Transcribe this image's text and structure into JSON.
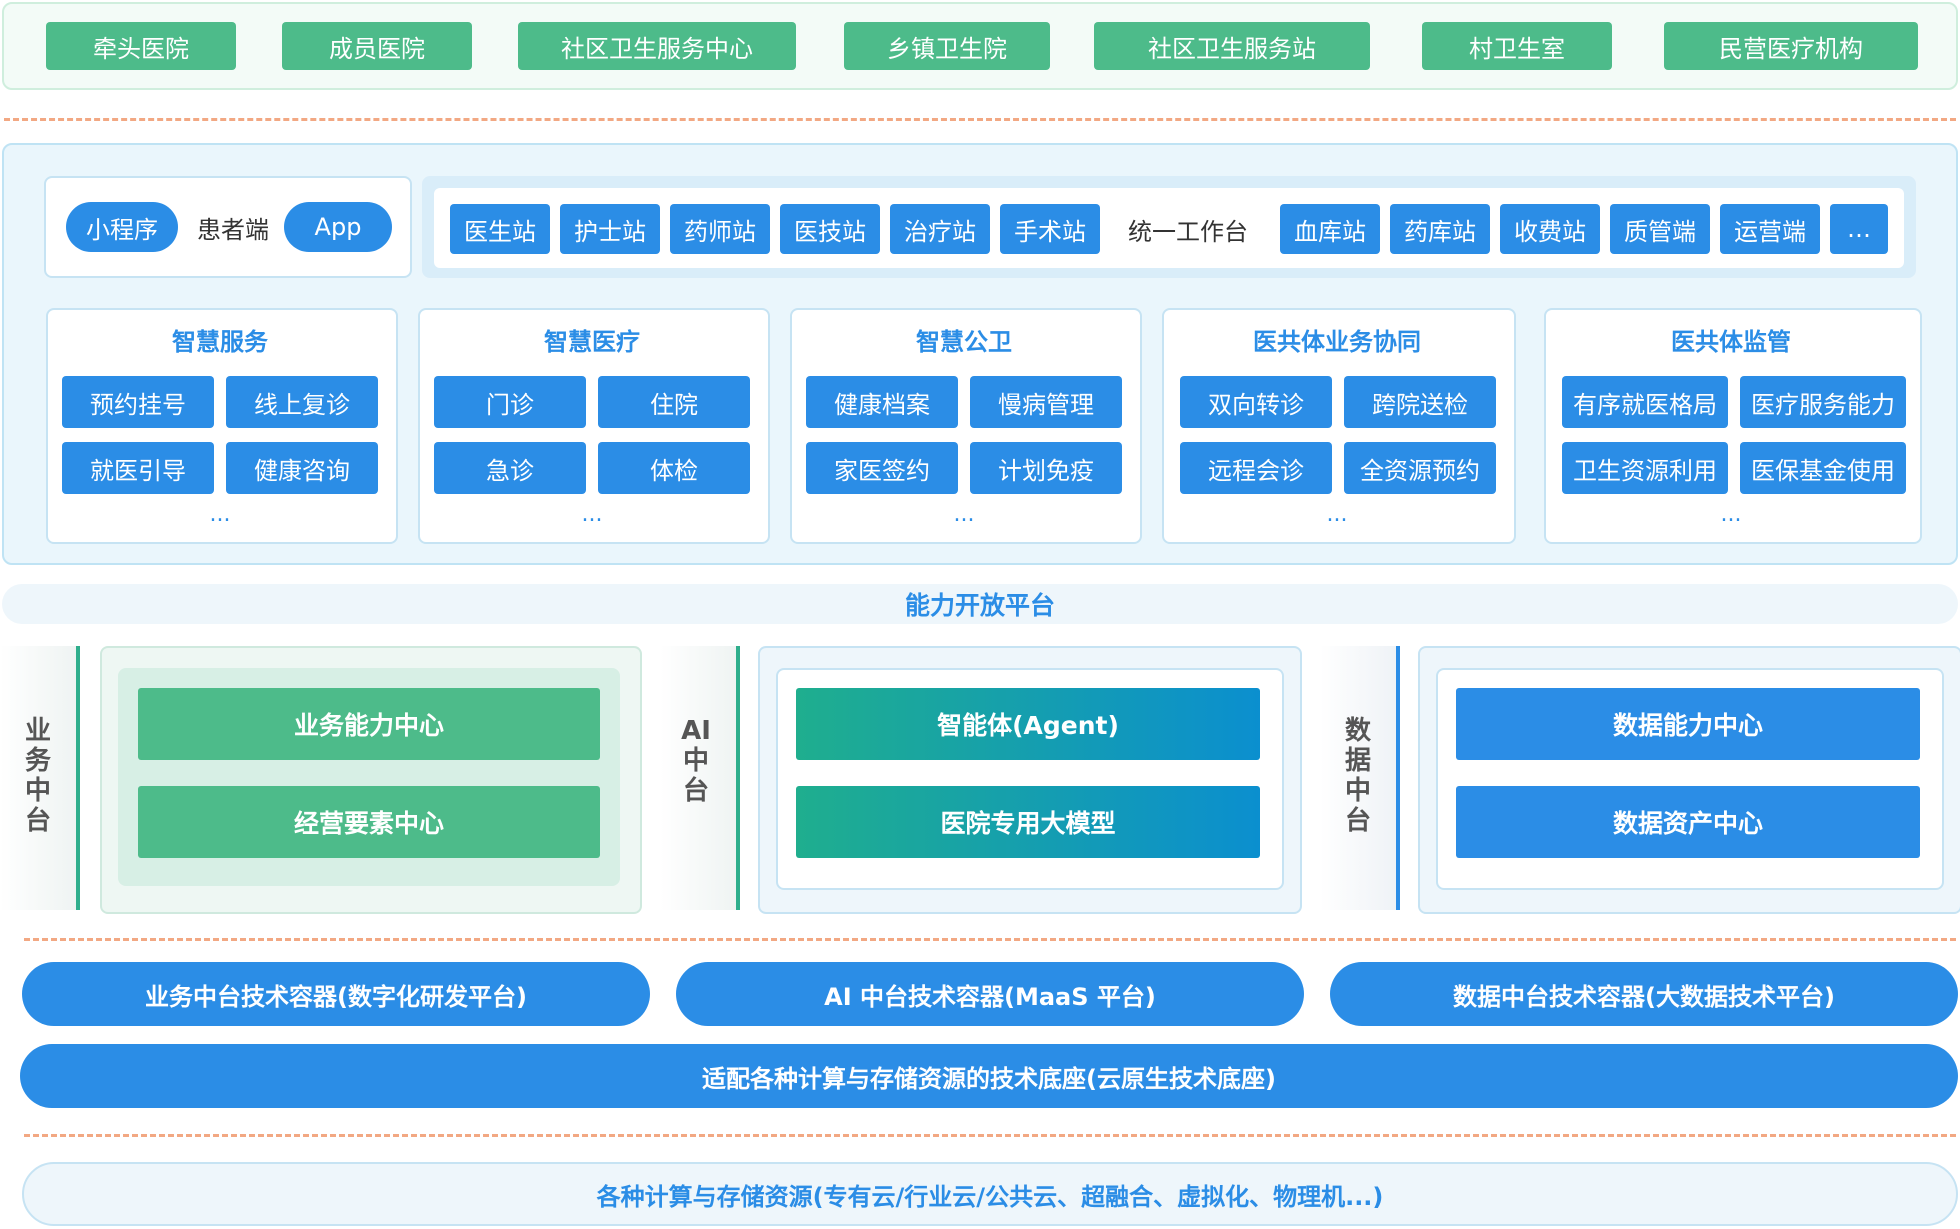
{
  "institutions": [
    "牵头医院",
    "成员医院",
    "社区卫生服务中心",
    "乡镇卫生院",
    "社区卫生服务站",
    "村卫生室",
    "民营医疗机构"
  ],
  "patient": {
    "mini_program": "小程序",
    "label": "患者端",
    "app": "App"
  },
  "workbench": {
    "label": "统一工作台",
    "left_items": [
      "医生站",
      "护士站",
      "药师站",
      "医技站",
      "治疗站",
      "手术站"
    ],
    "right_items": [
      "血库站",
      "药库站",
      "收费站",
      "质管端",
      "运营端",
      "…"
    ]
  },
  "modules": [
    {
      "title": "智慧服务",
      "items": [
        "预约挂号",
        "线上复诊",
        "就医引导",
        "健康咨询"
      ],
      "more": "..."
    },
    {
      "title": "智慧医疗",
      "items": [
        "门诊",
        "住院",
        "急诊",
        "体检"
      ],
      "more": "..."
    },
    {
      "title": "智慧公卫",
      "items": [
        "健康档案",
        "慢病管理",
        "家医签约",
        "计划免疫"
      ],
      "more": "..."
    },
    {
      "title": "医共体业务协同",
      "items": [
        "双向转诊",
        "跨院送检",
        "远程会诊",
        "全资源预约"
      ],
      "more": "..."
    },
    {
      "title": "医共体监管",
      "items": [
        "有序就医格局",
        "医疗服务能力",
        "卫生资源利用",
        "医保基金使用"
      ],
      "more": "..."
    }
  ],
  "open_platform": "能力开放平台",
  "business_platform": {
    "label_chars": [
      "业",
      "务",
      "中",
      "台"
    ],
    "capabilities": [
      "业务能力中心",
      "经营要素中心"
    ]
  },
  "ai_platform": {
    "label_chars": [
      "AI",
      "中",
      "台"
    ],
    "capabilities": [
      "智能体(Agent)",
      "医院专用大模型"
    ]
  },
  "data_platform": {
    "label_chars": [
      "数",
      "据",
      "中",
      "台"
    ],
    "capabilities": [
      "数据能力中心",
      "数据资产中心"
    ]
  },
  "tech_containers": [
    "业务中台技术容器(数字化研发平台)",
    "AI 中台技术容器(MaaS 平台)",
    "数据中台技术容器(大数据技术平台)"
  ],
  "base_layer": "适配各种计算与存储资源的技术底座(云原生技术底座)",
  "resources": "各种计算与存储资源(专有云/行业云/公共云、超融合、虚拟化、物理机...)",
  "colors": {
    "green": "#4dbb8a",
    "blue": "#2b8de6",
    "teal": "#1fae8e",
    "dash": "#f2a883"
  }
}
